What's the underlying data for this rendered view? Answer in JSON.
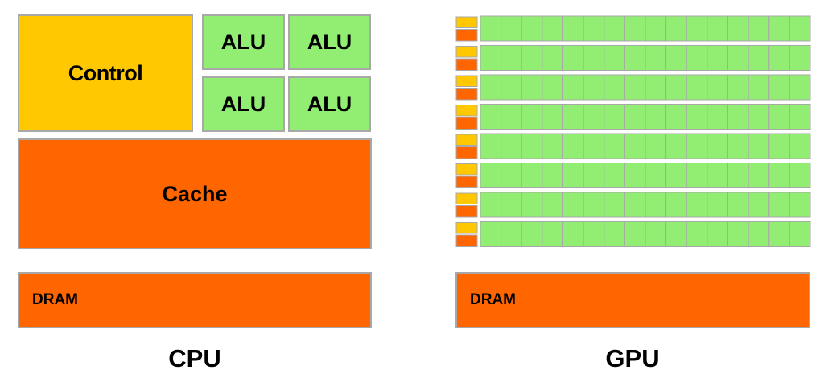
{
  "cpu": {
    "control_label": "Control",
    "alu_labels": [
      "ALU",
      "ALU",
      "ALU",
      "ALU"
    ],
    "cache_label": "Cache",
    "dram_label": "DRAM",
    "caption": "CPU"
  },
  "gpu": {
    "rows": 8,
    "alus_per_row": 16,
    "dram_label": "DRAM",
    "caption": "GPU"
  },
  "colors": {
    "control": "#ffc800",
    "alu": "#92ee72",
    "cache": "#ff6600",
    "dram": "#ff6600",
    "border": "#a8a8a8"
  }
}
